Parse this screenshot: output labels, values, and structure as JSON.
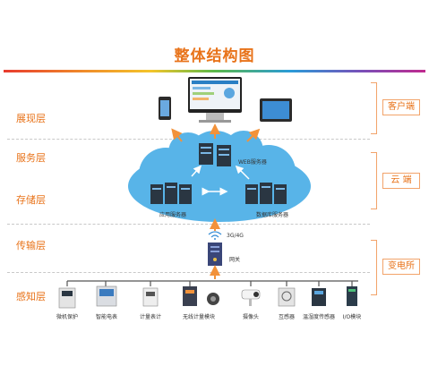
{
  "title": "整体结构图",
  "layers": [
    "展现层",
    "服务层",
    "存储层",
    "传输层",
    "感知层"
  ],
  "groups": [
    "客户端",
    "云  端",
    "变电所"
  ],
  "nodes": {
    "web_server": "WEB服务器",
    "app_server": "应用服务器",
    "db_server": "数据库服务器",
    "network": "3G/4G",
    "gateway": "网关"
  },
  "devices": [
    "微机保护",
    "智能电表",
    "计量表计",
    "无线计量模块",
    "摄像头",
    "互感器",
    "温湿度传感器",
    "I/O模块"
  ],
  "colors": {
    "accent": "#e8731a",
    "cloud": "#58b4e8",
    "server": "#2a3642"
  }
}
